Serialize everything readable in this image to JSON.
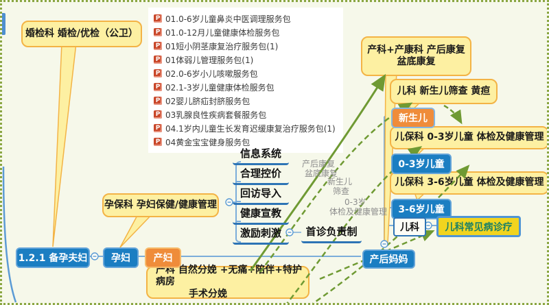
{
  "marriage_callout": {
    "label": "婚检科 婚检/优检（公卫）"
  },
  "service_list": {
    "items": [
      "01.0-6岁儿童鼻炎中医调理服务包",
      "01.0-12月儿童健康体检服务包",
      "01短小阴茎康复治疗服务包(1)",
      "01体弱儿管理服务包(1)",
      "02.0-6岁小儿咳嗽服务包",
      "02.1-3岁儿童健康体检服务包",
      "02婴儿脐疝封脐服务包",
      "03乳腺良性疾病套餐服务包",
      "04.1岁内儿童生长发育迟缓康复治疗服务包(1)",
      "04黄金宝宝健身服务包"
    ]
  },
  "nodes": {
    "prepare_couple": "1.2.1 备孕夫妇",
    "pregnant": "孕妇",
    "mother_delivery": "产妇",
    "postpartum_mom": "产后妈妈",
    "newborn": "新生儿",
    "age_0_3": "0-3岁儿童",
    "age_3_6": "3-6岁儿童",
    "pediatrics": "儿科",
    "pediatrics_common": "儿科常见病诊疗"
  },
  "callouts": {
    "pregnancy_care": "孕保科 孕妇保健/健康管理",
    "delivery_line1": "产科 自然分娩 +无痛+陪伴+特护病房",
    "delivery_line2": "手术分娩",
    "rehab_line1": "产科+产康科 产后康复",
    "rehab_line2": "盆底康复",
    "newborn_screening": "儿科 新生儿筛查 黄疸",
    "childcare_0_3": "儿保科 0-3岁儿童 体检及健康管理",
    "childcare_3_6": "儿保科 3-6岁儿童 体检及健康管理"
  },
  "strategy_items": [
    "信息系统",
    "合理控价",
    "回访导入",
    "健康宣教",
    "激励刺激"
  ],
  "first_visit": "首诊负责制",
  "flow_labels": {
    "rehab": [
      "产后康复",
      "盆底康复"
    ],
    "screening": [
      "新生儿",
      "筛查"
    ],
    "checkup": [
      "0-3岁",
      "体检及健康管理"
    ]
  },
  "palette": {
    "background": "#f6f8ea",
    "callout_fill": "#fdf0a2",
    "callout_border": "#f3b345",
    "node_blue": "#1b7ec2",
    "node_orange": "#ef8c3a",
    "highlight_yellow": "#f1d41f",
    "highlight_text": "#1b8067",
    "arrow_green": "#6f9a33",
    "tree_line_blue": "#7badda",
    "underline_blue": "#2d74b5"
  }
}
